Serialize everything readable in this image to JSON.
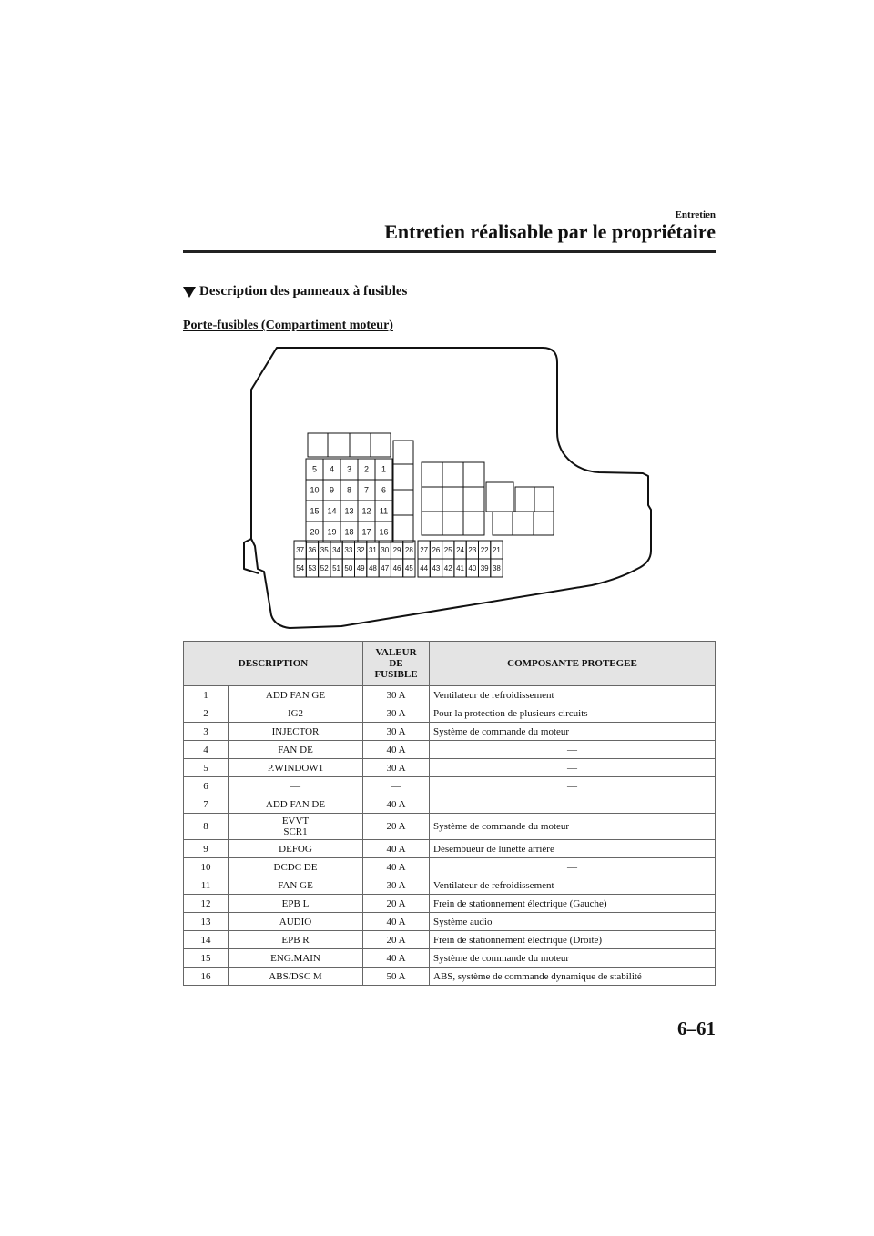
{
  "header": {
    "chapter": "Entretien",
    "title": "Entretien réalisable par le propriétaire"
  },
  "section": {
    "title": "Description des panneaux à fusibles",
    "subtitle": "Porte-fusibles (Compartiment moteur)"
  },
  "diagram": {
    "grid_rows": [
      [
        "5",
        "4",
        "3",
        "2",
        "1"
      ],
      [
        "10",
        "9",
        "8",
        "7",
        "6"
      ],
      [
        "15",
        "14",
        "13",
        "12",
        "11"
      ],
      [
        "20",
        "19",
        "18",
        "17",
        "16"
      ]
    ],
    "left_top": [
      "37",
      "36",
      "35",
      "34",
      "33",
      "32",
      "31",
      "30",
      "29",
      "28"
    ],
    "left_bottom": [
      "54",
      "53",
      "52",
      "51",
      "50",
      "49",
      "48",
      "47",
      "46",
      "45"
    ],
    "right_top": [
      "27",
      "26",
      "25",
      "24",
      "23",
      "22",
      "21"
    ],
    "right_bottom": [
      "44",
      "43",
      "42",
      "41",
      "40",
      "39",
      "38"
    ]
  },
  "table": {
    "headers": {
      "description": "DESCRIPTION",
      "valeur": [
        "VALEUR",
        "DE",
        "FUSIBLE"
      ],
      "composante": "COMPOSANTE PROTEGEE"
    },
    "rows": [
      {
        "n": "1",
        "desc": [
          "ADD FAN GE"
        ],
        "val": "30 A",
        "prot": "Ventilateur de refroidissement"
      },
      {
        "n": "2",
        "desc": [
          "IG2"
        ],
        "val": "30 A",
        "prot": "Pour la protection de plusieurs circuits"
      },
      {
        "n": "3",
        "desc": [
          "INJECTOR"
        ],
        "val": "30 A",
        "prot": "Système de commande du moteur"
      },
      {
        "n": "4",
        "desc": [
          "FAN DE"
        ],
        "val": "40 A",
        "prot": "—"
      },
      {
        "n": "5",
        "desc": [
          "P.WINDOW1"
        ],
        "val": "30 A",
        "prot": "—"
      },
      {
        "n": "6",
        "desc": [
          "—"
        ],
        "val": "—",
        "prot": "—"
      },
      {
        "n": "7",
        "desc": [
          "ADD FAN DE"
        ],
        "val": "40 A",
        "prot": "—"
      },
      {
        "n": "8",
        "desc": [
          "EVVT",
          "SCR1"
        ],
        "val": "20 A",
        "prot": "Système de commande du moteur"
      },
      {
        "n": "9",
        "desc": [
          "DEFOG"
        ],
        "val": "40 A",
        "prot": "Désembueur de lunette arrière"
      },
      {
        "n": "10",
        "desc": [
          "DCDC DE"
        ],
        "val": "40 A",
        "prot": "—"
      },
      {
        "n": "11",
        "desc": [
          "FAN GE"
        ],
        "val": "30 A",
        "prot": "Ventilateur de refroidissement"
      },
      {
        "n": "12",
        "desc": [
          "EPB L"
        ],
        "val": "20 A",
        "prot": "Frein de stationnement électrique (Gauche)"
      },
      {
        "n": "13",
        "desc": [
          "AUDIO"
        ],
        "val": "40 A",
        "prot": "Système audio"
      },
      {
        "n": "14",
        "desc": [
          "EPB R"
        ],
        "val": "20 A",
        "prot": "Frein de stationnement électrique (Droite)"
      },
      {
        "n": "15",
        "desc": [
          "ENG.MAIN"
        ],
        "val": "40 A",
        "prot": "Système de commande du moteur"
      },
      {
        "n": "16",
        "desc": [
          "ABS/DSC M"
        ],
        "val": "50 A",
        "prot": "ABS, système de commande dynamique de stabilité"
      }
    ]
  },
  "page_number": "6–61"
}
